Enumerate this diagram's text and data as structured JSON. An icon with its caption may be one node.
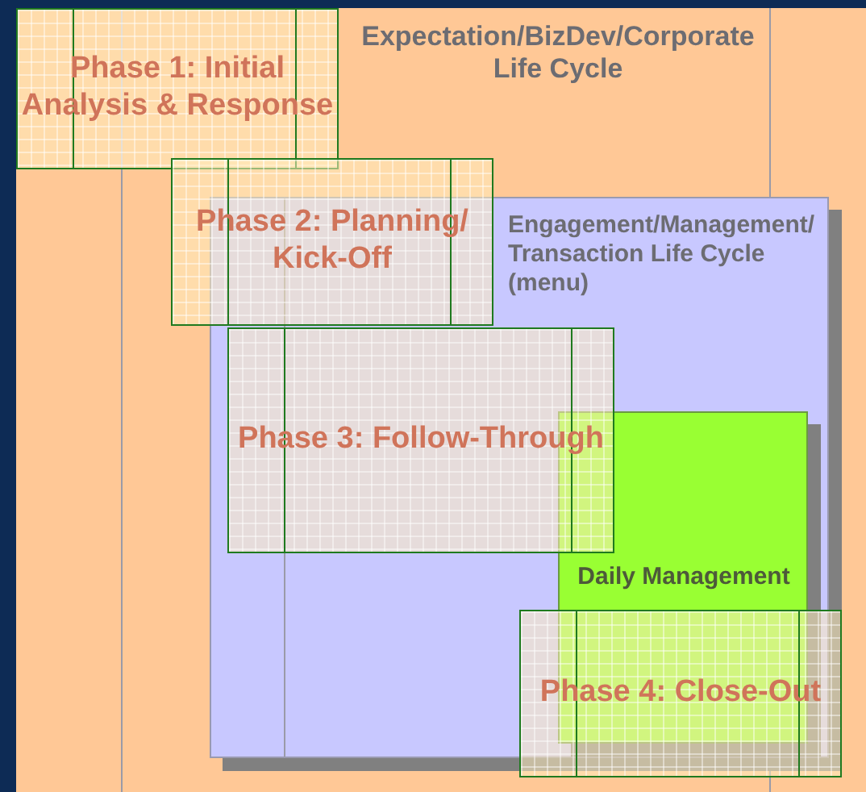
{
  "diagram": {
    "nodes": [
      {
        "text": [
          "Expectation/BizDev/Corporate Life Cycle"
        ]
      },
      {
        "text": [
          "Phase 1: Initial Analysis & Response"
        ],
        "in": 0
      },
      {
        "text": [
          "Phase 2: Planning/Kick-Off"
        ],
        "in": 0
      },
      {
        "text": [
          "Engagement/Management/Transaction Life Cycle (menu)"
        ],
        "in": 0
      },
      {
        "text": [
          "Daily Management"
        ],
        "in": 3
      },
      {
        "text": [
          "Phase 3: Follow-Through"
        ],
        "in": 3
      },
      {
        "text": [
          "Phase 4: Close-Out"
        ],
        "in": 0
      }
    ],
    "edges": []
  }
}
